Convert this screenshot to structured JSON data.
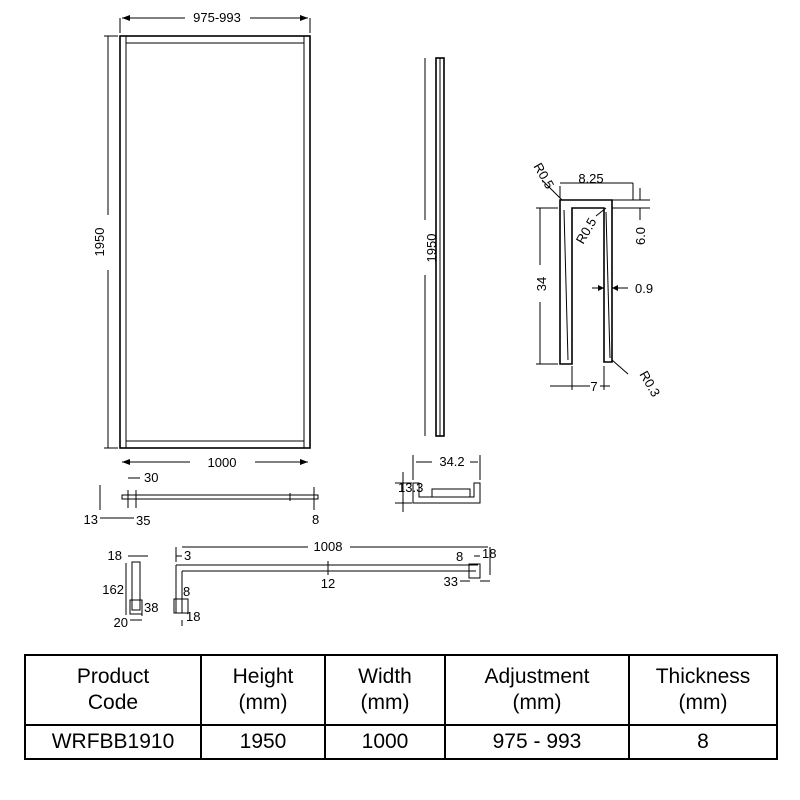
{
  "dimensions": {
    "panel_width_top": "975-993",
    "panel_height": "1950",
    "panel_width_bottom": "1000",
    "side_height": "1950",
    "profile_r05_top": "R0.5",
    "profile_width": "8.25",
    "profile_r05_inner": "R0.5",
    "profile_top_depth": "6.0",
    "profile_height": "34",
    "profile_wall": "0.9",
    "profile_base": "7",
    "profile_r03": "R0.3",
    "base_30": "30",
    "base_13": "13",
    "base_35": "35",
    "base_8": "8",
    "channel_width": "34.2",
    "channel_height": "13.3",
    "arm_18_top": "18",
    "arm_162": "162",
    "arm_38": "38",
    "arm_20": "20",
    "bar_3": "3",
    "bar_1008": "1008",
    "bar_12": "12",
    "bar_8_left": "8",
    "bar_18_bottom": "18",
    "bar_8_right": "8",
    "bar_18_right": "18",
    "bar_33": "33"
  },
  "spec_table": {
    "headers": [
      [
        "Product",
        "Code"
      ],
      [
        "Height",
        "(mm)"
      ],
      [
        "Width",
        "(mm)"
      ],
      [
        "Adjustment",
        "(mm)"
      ],
      [
        "Thickness",
        "(mm)"
      ]
    ],
    "values": [
      "WRFBB1910",
      "1950",
      "1000",
      "975 - 993",
      "8"
    ]
  }
}
